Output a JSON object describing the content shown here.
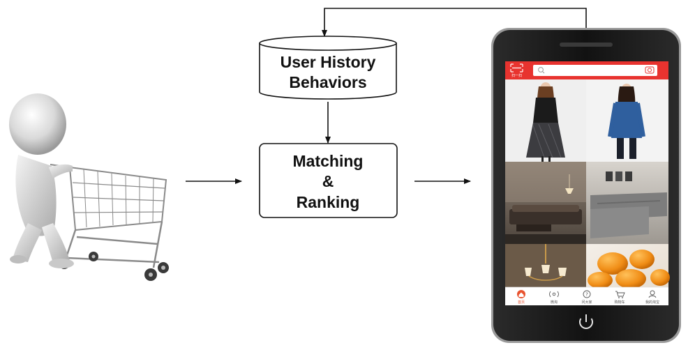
{
  "diagram": {
    "nodes": {
      "history": {
        "line1": "User History",
        "line2": "Behaviors",
        "shape": "cylinder"
      },
      "ranking": {
        "line1": "Matching",
        "line2": "&",
        "line3": "Ranking",
        "shape": "rounded-rectangle"
      }
    },
    "edges": [
      {
        "from": "shopper-figure",
        "to": "ranking"
      },
      {
        "from": "history",
        "to": "ranking"
      },
      {
        "from": "ranking",
        "to": "phone"
      },
      {
        "from": "phone",
        "to": "history"
      }
    ]
  },
  "phone": {
    "top_bar_color": "#e8332f",
    "scan_label": "扫一扫",
    "search_icon": "search-icon",
    "camera_icon": "camera-icon",
    "tab_bar": [
      {
        "label": "首页",
        "icon": "home-icon",
        "active": true
      },
      {
        "label": "微淘",
        "icon": "broadcast-icon",
        "active": false
      },
      {
        "label": "问大家",
        "icon": "question-icon",
        "active": false
      },
      {
        "label": "购物车",
        "icon": "cart-icon",
        "active": false
      },
      {
        "label": "我的淘宝",
        "icon": "profile-icon",
        "active": false
      }
    ],
    "feed": [
      "woman-black-dress",
      "woman-blue-sweater",
      "living-room",
      "grey-sofa",
      "chandelier",
      "loquat-fruit"
    ]
  },
  "colors": {
    "accent": "#e8332f",
    "phone_body": "#1a1a1a",
    "arrow": "#111111"
  }
}
